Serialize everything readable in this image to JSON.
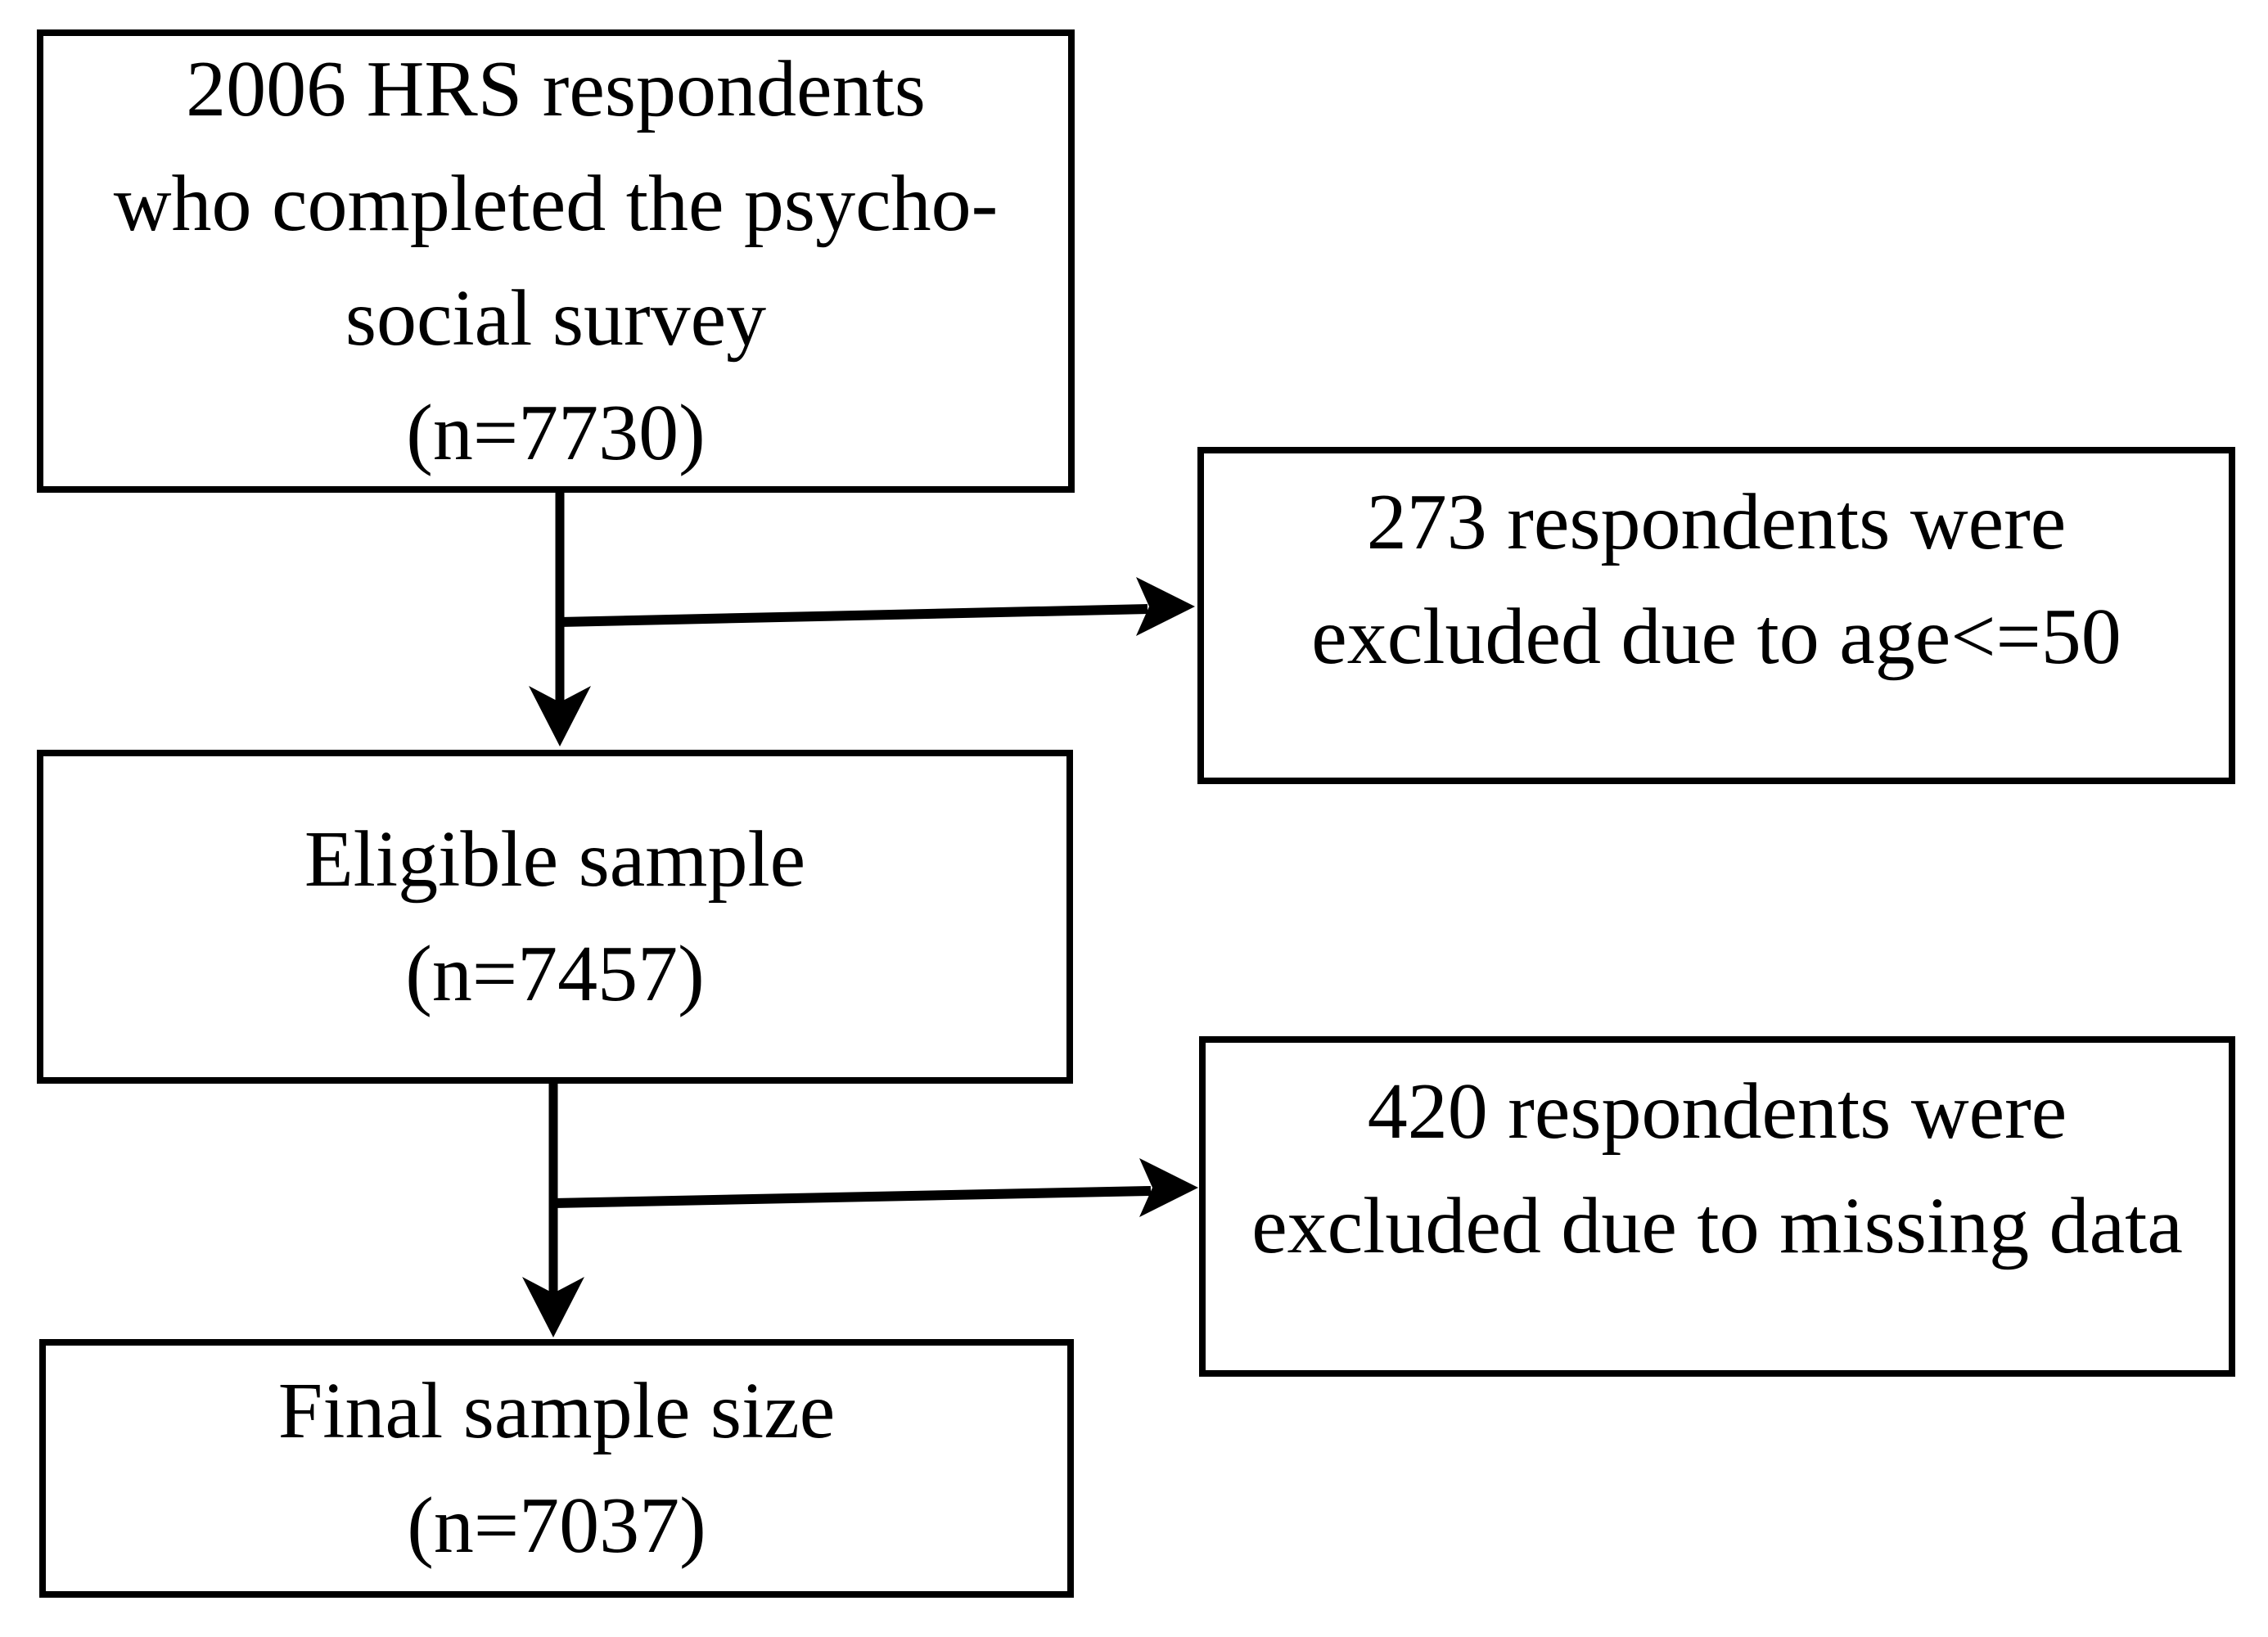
{
  "flowchart": {
    "colors": {
      "line": "#000000",
      "background": "#ffffff",
      "text": "#000000"
    },
    "boxes": [
      {
        "name": "survey",
        "lines": [
          "2006 HRS respondents",
          "who completed the psycho-",
          "social survey",
          "(n=7730)"
        ]
      },
      {
        "name": "excluded-age",
        "lines": [
          "273 respondents were",
          "excluded due to age<=50"
        ]
      },
      {
        "name": "eligible",
        "lines": [
          "Eligible sample",
          "(n=7457)"
        ]
      },
      {
        "name": "excluded-missing",
        "lines": [
          "420 respondents were",
          "excluded due to missing data"
        ]
      },
      {
        "name": "final",
        "lines": [
          "Final sample size",
          "(n=7037)"
        ]
      }
    ]
  }
}
